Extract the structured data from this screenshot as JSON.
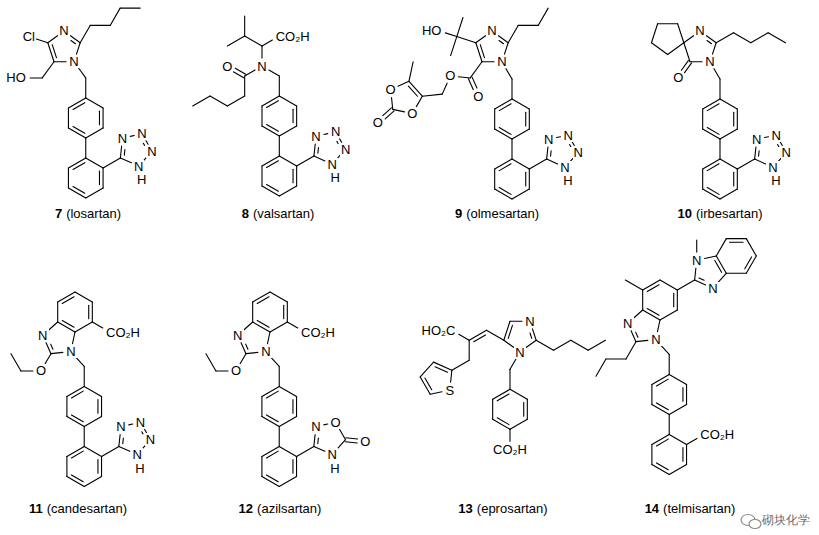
{
  "diagram": {
    "labels": [
      "N",
      "N",
      "Cl",
      "HO",
      "N",
      "N",
      "N",
      "N",
      "H",
      "7",
      "(losartan)",
      "N",
      "CO₂H",
      "O",
      "N",
      "N",
      "N",
      "N",
      "H",
      "8",
      "(valsartan)",
      "N",
      "N",
      "HO",
      "O",
      "O",
      "O",
      "O",
      "O",
      "N",
      "N",
      "N",
      "N",
      "H",
      "9",
      "(olmesartan)",
      "N",
      "N",
      "O",
      "N",
      "N",
      "N",
      "N",
      "H",
      "10",
      "(irbesartan)",
      "CO₂H",
      "N",
      "N",
      "O",
      "N",
      "N",
      "N",
      "N",
      "H",
      "11",
      "(candesartan)",
      "CO₂H",
      "N",
      "N",
      "O",
      "N",
      "O",
      "N",
      "O",
      "H",
      "12",
      "(azilsartan)",
      "N",
      "N",
      "HO₂C",
      "S",
      "CO₂H",
      "13",
      "(eprosartan)",
      "N",
      "N",
      "N",
      "N",
      "CO₂H",
      "14",
      "(telmisartan)",
      "砌块化学"
    ]
  }
}
